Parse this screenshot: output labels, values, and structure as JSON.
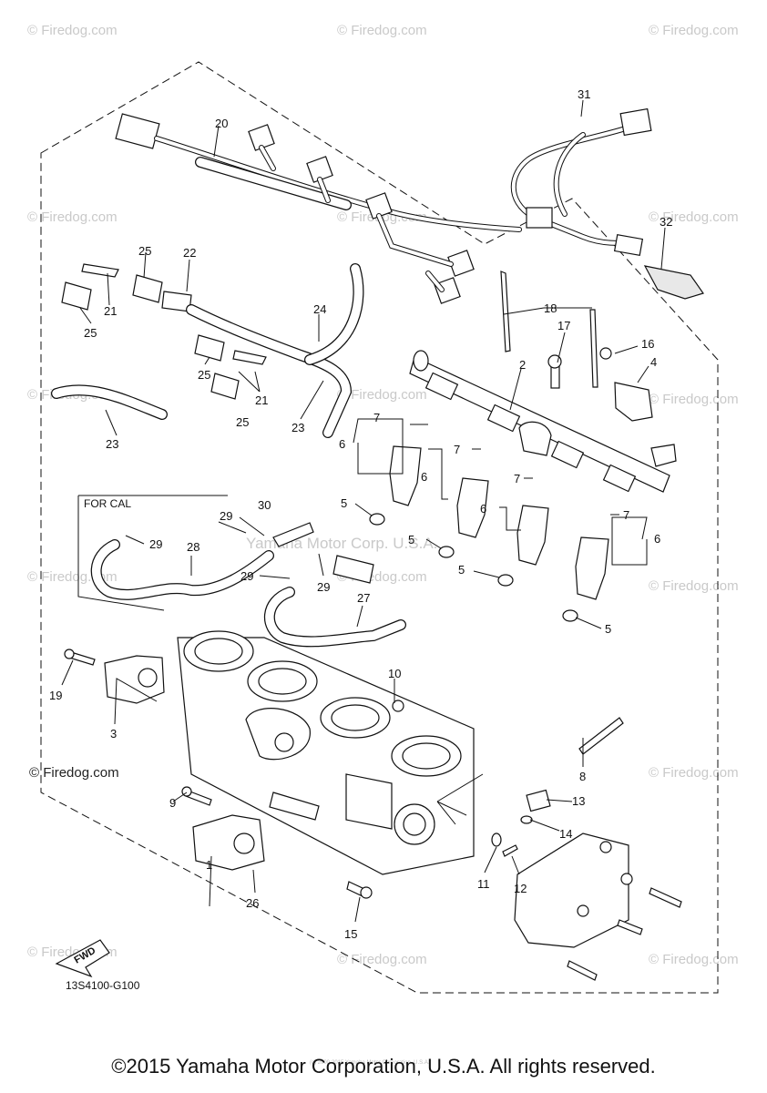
{
  "watermarks": {
    "brand": "© Firedog.com",
    "overlay": "Yamaha Motor Corp. U.S.A."
  },
  "diagram": {
    "code": "13S4100-G100",
    "group_label": "FOR CAL",
    "fwd_label": "FWD",
    "callouts": [
      "1",
      "2",
      "3",
      "4",
      "5",
      "5",
      "5",
      "5",
      "6",
      "6",
      "6",
      "6",
      "7",
      "7",
      "7",
      "7",
      "8",
      "9",
      "10",
      "11",
      "12",
      "13",
      "14",
      "15",
      "16",
      "17",
      "18",
      "19",
      "20",
      "21",
      "21",
      "22",
      "23",
      "23",
      "24",
      "25",
      "25",
      "25",
      "25",
      "26",
      "27",
      "28",
      "29",
      "29",
      "29",
      "29",
      "30",
      "31",
      "32"
    ]
  },
  "footer": {
    "copyright": "©2015 Yamaha Motor Corporation, U.S.A. All rights reserved.",
    "small_credit": "(c) 2000-2015 Yamaha Motor Corporation, U.S.A."
  }
}
